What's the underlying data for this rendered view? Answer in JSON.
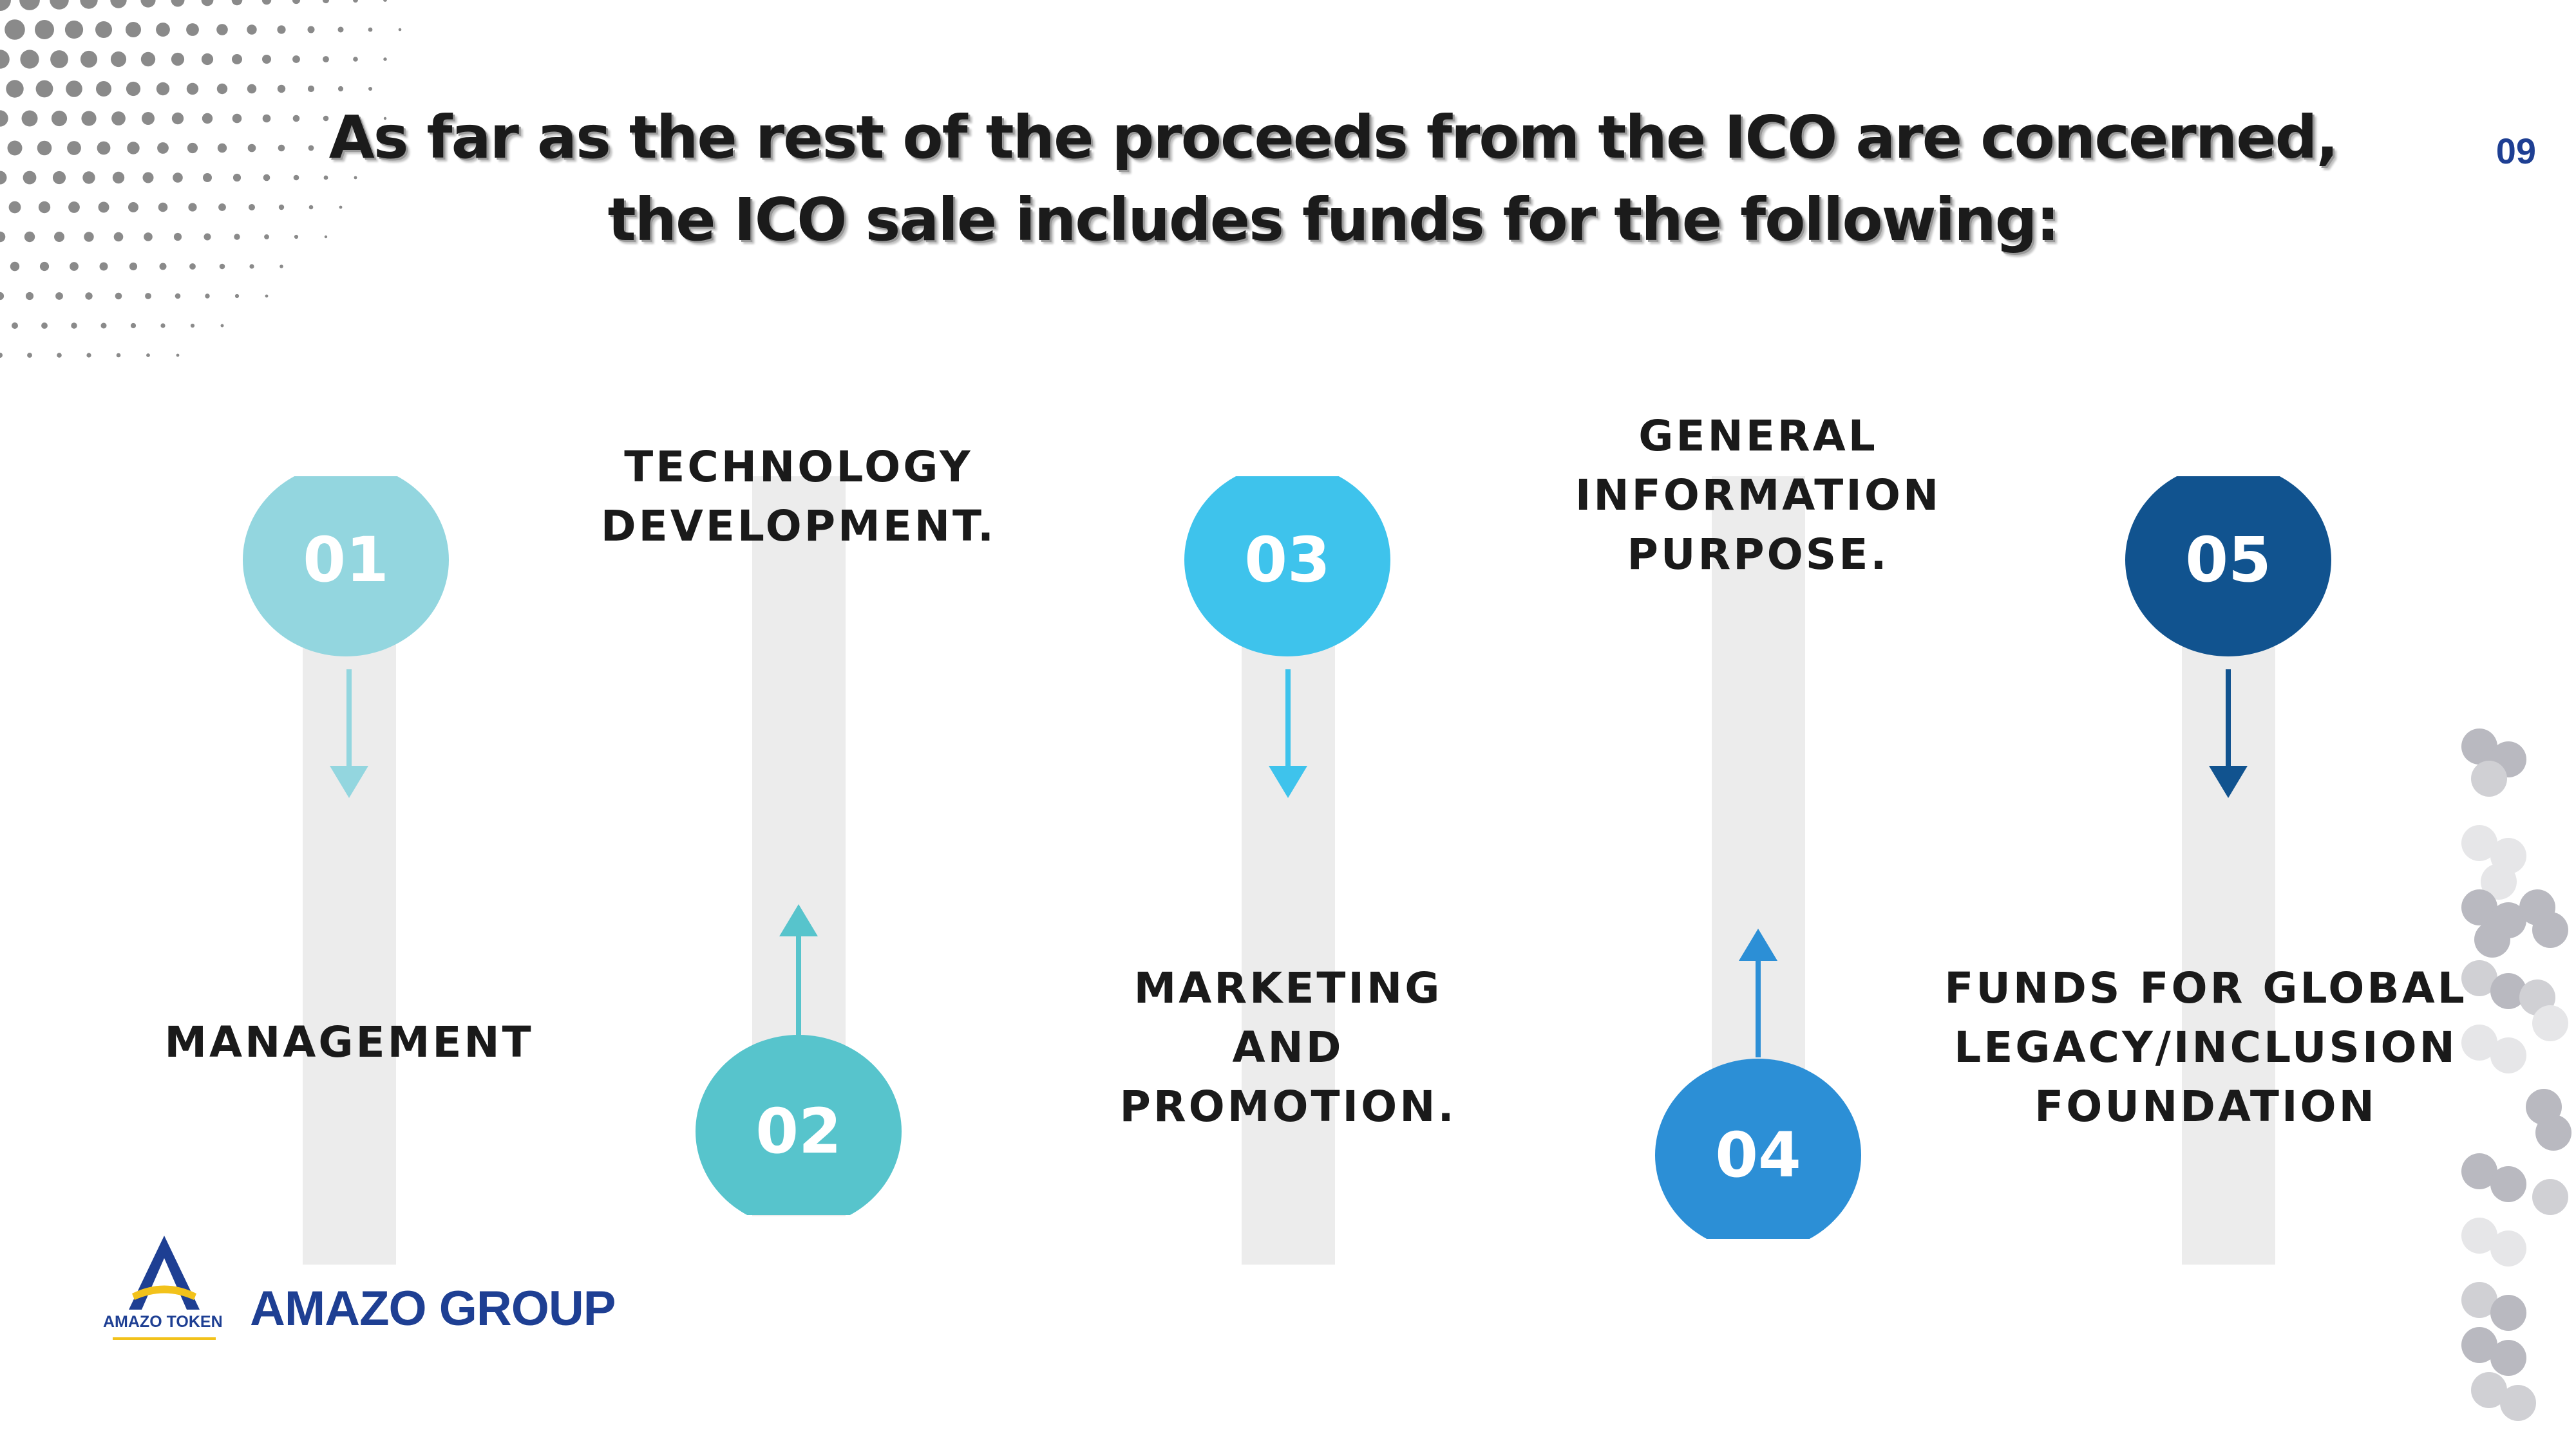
{
  "title": {
    "line1": "As far as the rest of the proceeds from the ICO are concerned,",
    "line2": "the ICO sale includes funds for the following:"
  },
  "page_number": "09",
  "colors": {
    "step1": "#93d6df",
    "step2": "#57c4cc",
    "step3": "#3ec3ec",
    "step4": "#2c8fd6",
    "step5": "#11538f",
    "bar": "#ececec",
    "brand": "#1e3f93",
    "logo_accent": "#f2c21b"
  },
  "steps": [
    {
      "number": "01",
      "label": [
        "MANAGEMENT"
      ],
      "arrow": "down"
    },
    {
      "number": "02",
      "label": [
        "TECHNOLOGY",
        "DEVELOPMENT."
      ],
      "arrow": "up"
    },
    {
      "number": "03",
      "label": [
        "MARKETING",
        "AND",
        "PROMOTION."
      ],
      "arrow": "down"
    },
    {
      "number": "04",
      "label": [
        "GENERAL",
        "INFORMATION",
        "PURPOSE."
      ],
      "arrow": "up"
    },
    {
      "number": "05",
      "label": [
        "FUNDS FOR GLOBAL",
        "LEGACY/INCLUSION",
        "FOUNDATION"
      ],
      "arrow": "down"
    }
  ],
  "logo": {
    "icon": "amazo-a-logo-icon",
    "token_text": "AMAZO TOKEN",
    "group_text": "AMAZO GROUP"
  }
}
